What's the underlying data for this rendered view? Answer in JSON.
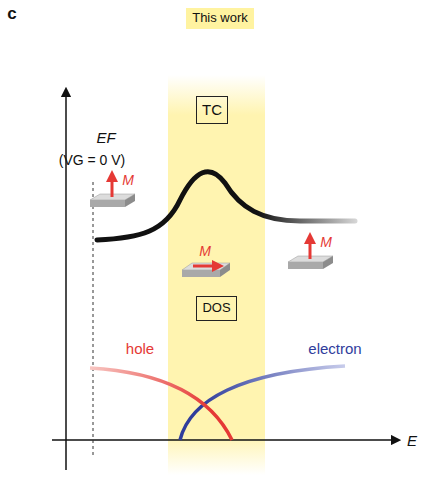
{
  "diagram": {
    "nodes": [
      {
        "text": [
          "This work"
        ]
      },
      {
        "text": [
          "TC"
        ]
      },
      {
        "text": [
          "DOS"
        ]
      }
    ],
    "labels": [
      "c",
      "EF",
      "(VG = 0 V)",
      "M",
      "M",
      "M",
      "hole",
      "electron",
      "E"
    ]
  }
}
